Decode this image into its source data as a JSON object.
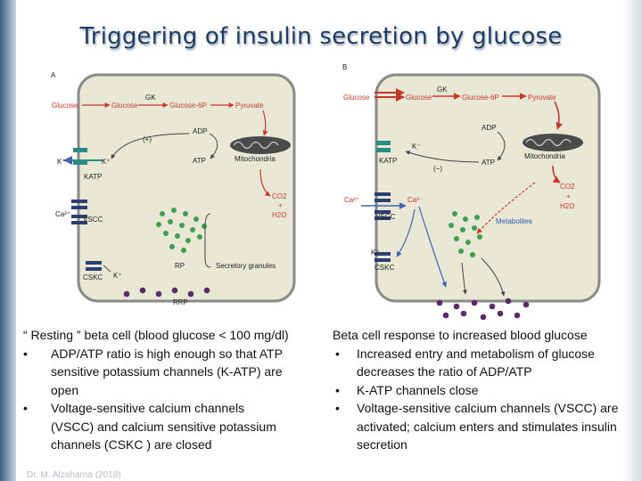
{
  "title": "Triggering of insulin secretion by glucose",
  "panel_a": {
    "letter": "A",
    "glucose_out": "Glucose",
    "glucose_in": "Glucose",
    "gk": "GK",
    "g6p": "Glucose-6P",
    "pyruvate": "Pyruvate",
    "adp": "ADP",
    "plus": "(+)",
    "atp": "ATP",
    "mito": "Mitochondria",
    "k_out": "K⁺",
    "k_in": "K⁺",
    "katp": "KATP",
    "co2": "CO2",
    "plus_sign": "+",
    "h2o": "H2O",
    "ca": "Ca²⁺",
    "vscc": "VSCC",
    "rp": "RP",
    "secretory": "Secretory granules",
    "csk_k": "K⁺",
    "cskc": "CSKC",
    "rrp": "RRP"
  },
  "panel_b": {
    "letter": "B",
    "glucose_out": "Glucose",
    "glucose_in": "Glucose",
    "gk": "GK",
    "g6p": "Glucose-6P",
    "pyruvate": "Pyruvate",
    "adp": "ADP",
    "k_minus": "K⁻",
    "katp": "KATP",
    "minus": "(−)",
    "atp": "ATP",
    "mito": "Mitochondria",
    "co2": "CO2",
    "plus_sign": "+",
    "h2o": "H2O",
    "ca_out": "Ca²⁺",
    "ca_in": "Ca²⁻",
    "vscc": "VSCC",
    "metabolites": "Metabolites",
    "k_plus": "K⁺",
    "cskc": "CSKC"
  },
  "left_text": {
    "heading": "“ Resting ” beta cell (blood glucose < 100 mg/dl)",
    "bullets": [
      "ADP/ATP ratio is high enough so that ATP sensitive potassium channels (K-ATP) are open",
      "Voltage-sensitive calcium channels (VSCC) and calcium sensitive potassium channels (CSKC ) are closed"
    ]
  },
  "right_text": {
    "heading": "Beta cell response to increased blood glucose",
    "bullets": [
      "Increased entry and metabolism of glucose decreases the ratio of ADP/ATP",
      " K-ATP channels close",
      "Voltage-sensitive calcium channels (VSCC) are activated; calcium enters and stimulates insulin secretion"
    ]
  },
  "footer": "Dr. M. Alzaharna (2018)",
  "colors": {
    "cell_fill": "#e8e8d5",
    "cell_border": "#8a8a8a",
    "arrow_red": "#c8372d",
    "arrow_blue": "#3f63b4",
    "granule_green": "#3f9e52",
    "granule_purple": "#5c2a6b",
    "channel_blue": "#2b3f73",
    "channel_teal": "#2a8a86",
    "title": "#1f3d63"
  }
}
